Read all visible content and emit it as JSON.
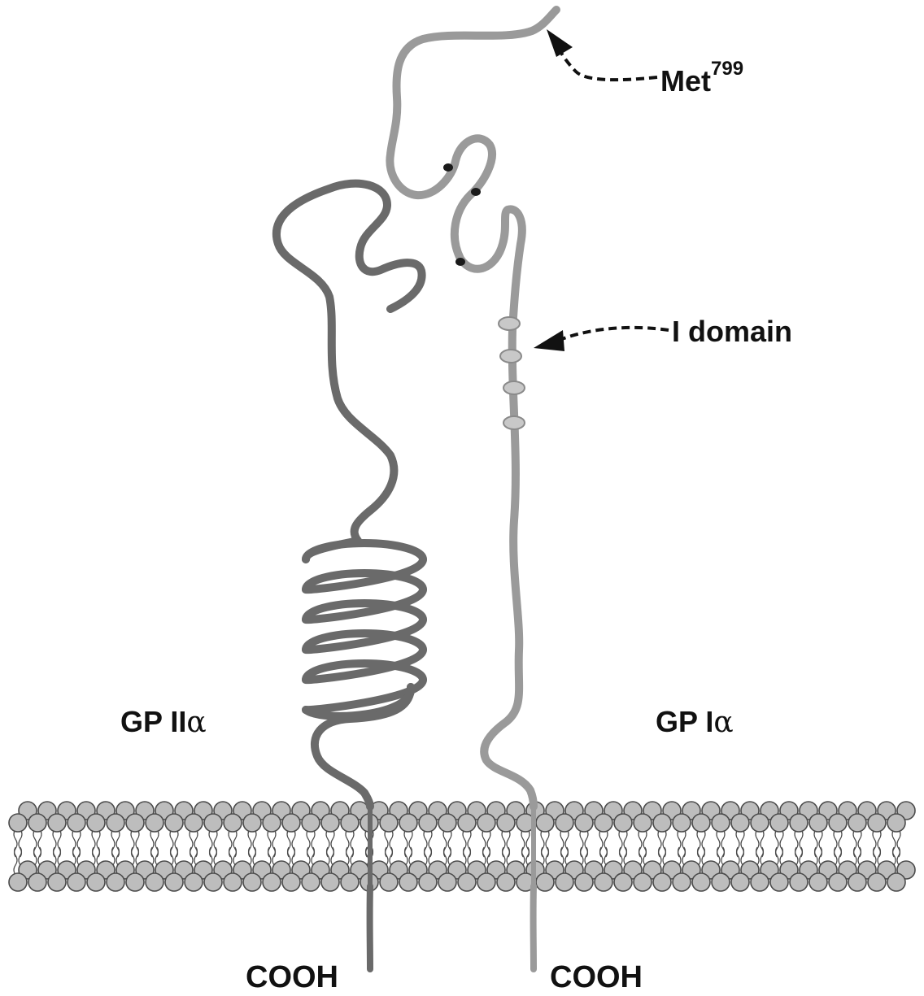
{
  "labels": {
    "met": "Met",
    "met_superscript": "799",
    "i_domain": "I domain",
    "gp_iia_prefix": "GP II",
    "gp_iia_greek": "α",
    "gp_ia_prefix": "GP I",
    "gp_ia_greek": "α",
    "cooh_left": "COOH",
    "cooh_right": "COOH"
  },
  "colors": {
    "gp_iia_chain": "#6a6a6a",
    "gp_ia_chain": "#9a9a9a",
    "i_domain_beads": "#c8c8c8",
    "lipid_head": "#bdbdbd",
    "lipid_outline": "#4a4a4a",
    "text": "#111111"
  }
}
